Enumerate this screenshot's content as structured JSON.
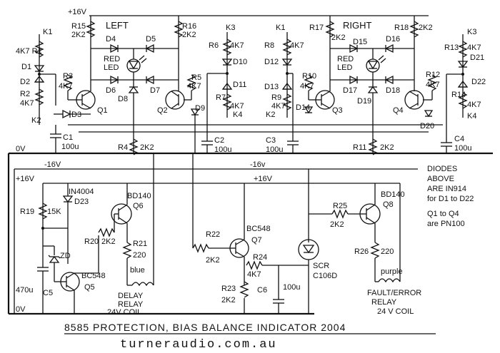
{
  "title": "8585 PROTECTION, BIAS BALANCE INDICATOR  2004",
  "website": "turneraudio.com.au",
  "rails": {
    "plus16": "+16V",
    "minus16": "-16V",
    "zero": "0V",
    "minus16b": "-16v"
  },
  "sections": {
    "left": "LEFT",
    "right": "RIGHT"
  },
  "notes": {
    "line1": "DIODES",
    "line2": "ABOVE",
    "line3": "ARE IN914",
    "line4": "for D1 to D22",
    "line5": "Q1 to Q4",
    "line6": "are PN100"
  },
  "led_left": {
    "l1": "RED",
    "l2": "LED"
  },
  "led_right": {
    "l1": "RED",
    "l2": "LED"
  },
  "top": {
    "K1a": "K1",
    "R1": "4K7 R1",
    "D1": "D1",
    "D2": "D2",
    "R2": "R2",
    "R2v": "4K7",
    "K2a": "K2",
    "R3": "R3",
    "R3v": "4K7",
    "Q1": "Q1",
    "D3": "D3",
    "C1": "C1",
    "C1v": "100u",
    "R15": "R15",
    "R15v": "2K2",
    "D4": "D4",
    "D5": "D5",
    "R16": "R16",
    "R16v": "2K2",
    "D6": "D6",
    "D7": "D7",
    "D8": "D8",
    "Q2": "Q2",
    "D9": "D9",
    "K3a": "K3",
    "R6": "R6",
    "R6v": "4K7",
    "D10": "D10",
    "R5": "R5",
    "R5v": "4K7",
    "D11": "D11",
    "R7": "R7",
    "R7v": "4K7",
    "K4a": "K4",
    "R4": "R4",
    "R4v": "2K2",
    "C2": "C2",
    "C2v": "100u",
    "K1b": "K1",
    "R8": "R8",
    "R8v": "4K7",
    "D12": "D12",
    "D13": "D13",
    "R9": "R9",
    "R9v": "4K7",
    "K2b": "K2",
    "C3": "C3",
    "C3v": "100u",
    "R10": "R10",
    "R10v": "4K7",
    "D14": "D14",
    "Q3": "Q3",
    "R17": "R17",
    "R17v": "2K2",
    "D15": "D15",
    "D16": "D16",
    "R18": "R18",
    "R18v": "2K2",
    "D17": "D17",
    "D18": "D18",
    "D19": "D19",
    "Q4": "Q4",
    "D20": "D20",
    "R11": "R11",
    "R11v": "2K2",
    "R12": "R12",
    "R12v": "4K7",
    "K3b": "K3",
    "R13": "R13",
    "R13v": "4K7",
    "D21": "D21",
    "D22": "D22",
    "R14": "R14",
    "R14v": "4K7",
    "K4b": "K4",
    "C4": "C4",
    "C4v": "100u"
  },
  "bottom": {
    "D23": "IN4004",
    "D23b": "D23",
    "R19": "R19",
    "R19v": "15K",
    "ZD": "ZD",
    "C5v": "470u",
    "C5": "C5",
    "Q5": "BC548",
    "Q5b": "Q5",
    "Q6": "BD140",
    "Q6b": "Q6",
    "R20": "R20",
    "R20v": "2K2",
    "R21": "R21",
    "R21v": "220",
    "blue": "blue",
    "relay1a": "DELAY",
    "relay1b": "RELAY",
    "relay1c": "24V COIL",
    "R22": "R22",
    "R22v": "2K2",
    "Q7": "BC548",
    "Q7b": "Q7",
    "R24": "R24",
    "R24v": "4K7",
    "R23": "R23",
    "R23v": "2K2",
    "C6": "C6",
    "C6v": "100u",
    "SCR": "SCR",
    "SCRb": "C106D",
    "R25": "R25",
    "R25v": "2K2",
    "Q8": "BD140",
    "Q8b": "Q8",
    "R26": "R26",
    "R26v": "220",
    "purple": "purple",
    "relay2a": "FAULT/ERROR",
    "relay2b": "RELAY",
    "relay2c": "24 V COIL"
  }
}
